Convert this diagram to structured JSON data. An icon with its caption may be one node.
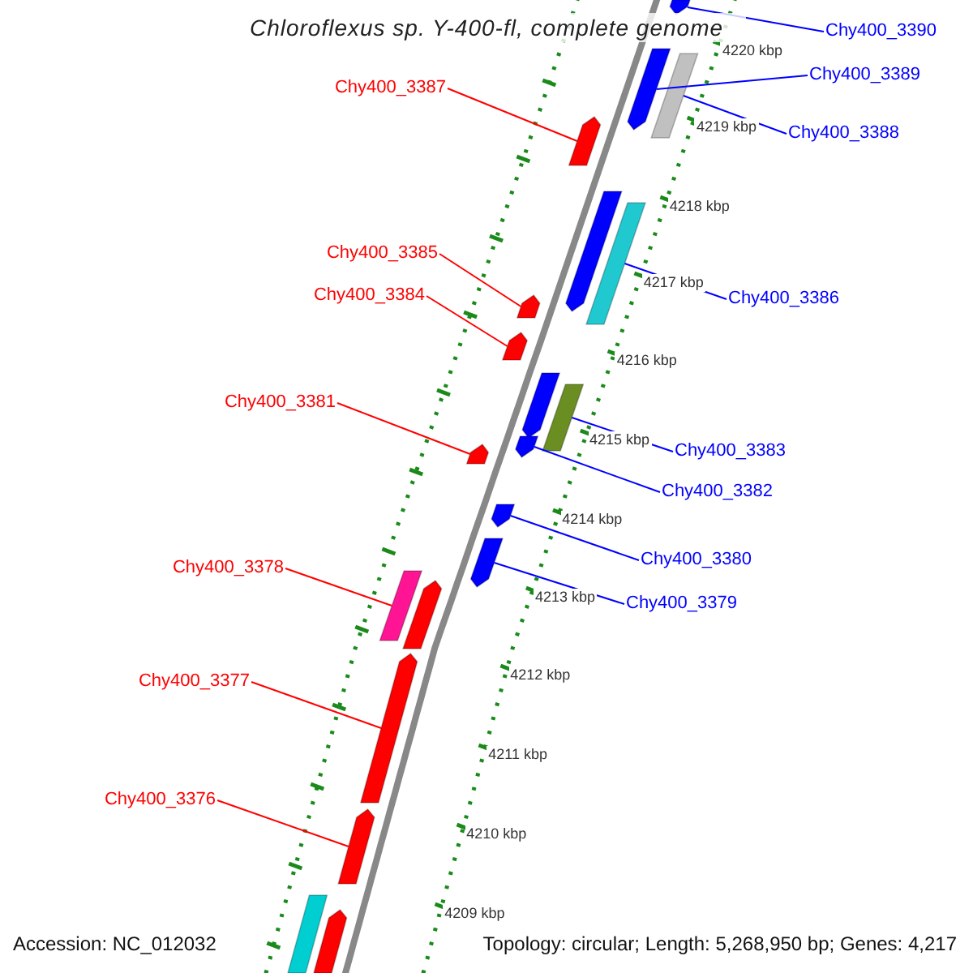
{
  "diagram": {
    "title": "Chloroflexus sp. Y-400-fl, complete genome",
    "nodes": [
      {
        "text": [
          "Chy400_3390"
        ]
      },
      {
        "text": [],
        "shape": "arrow"
      },
      {
        "text": [
          "Chy400_3389"
        ]
      },
      {
        "text": [],
        "shape": "arrow"
      },
      {
        "text": [
          "Chy400_3388"
        ]
      },
      {
        "text": [],
        "shape": "bar"
      },
      {
        "text": [
          "Chy400_3387"
        ]
      },
      {
        "text": [],
        "shape": "arrow"
      },
      {
        "text": [],
        "shape": "arrow"
      },
      {
        "text": [],
        "shape": "bar"
      },
      {
        "text": [
          "Chy400_3385"
        ]
      },
      {
        "text": [
          "Chy400_3386"
        ]
      },
      {
        "text": [],
        "shape": "arrow"
      },
      {
        "text": [
          "Chy400_3384"
        ]
      },
      {
        "text": [],
        "shape": "arrow"
      },
      {
        "text": [],
        "shape": "arrow"
      },
      {
        "text": [],
        "shape": "bar"
      },
      {
        "text": [
          "Chy400_3381"
        ]
      },
      {
        "text": [],
        "shape": "arrow"
      },
      {
        "text": [
          "Chy400_3383"
        ]
      },
      {
        "text": [],
        "shape": "arrow"
      },
      {
        "text": [
          "Chy400_3382"
        ]
      },
      {
        "text": [],
        "shape": "arrow"
      },
      {
        "text": [],
        "shape": "arrow"
      },
      {
        "text": [
          "Chy400_3380"
        ]
      },
      {
        "text": [
          "Chy400_3378"
        ]
      },
      {
        "text": [],
        "shape": "bar"
      },
      {
        "text": [],
        "shape": "arrow"
      },
      {
        "text": [
          "Chy400_3379"
        ]
      },
      {
        "text": [
          "Chy400_3377"
        ]
      },
      {
        "text": [],
        "shape": "arrow"
      },
      {
        "text": [
          "Chy400_3376"
        ]
      },
      {
        "text": [],
        "shape": "arrow"
      },
      {
        "text": [],
        "shape": "bar"
      },
      {
        "text": [],
        "shape": "arrow"
      }
    ],
    "edges": [
      {
        "from": 0,
        "to": 1,
        "arrow": "none"
      },
      {
        "from": 2,
        "to": 3,
        "arrow": "none"
      },
      {
        "from": 4,
        "to": 5,
        "arrow": "none"
      },
      {
        "from": 6,
        "to": 7,
        "arrow": "none",
        "color": "#ff0000"
      },
      {
        "from": 11,
        "to": 9,
        "arrow": "none"
      },
      {
        "from": 10,
        "to": 12,
        "arrow": "none",
        "color": "#ff0000"
      },
      {
        "from": 13,
        "to": 14,
        "arrow": "none",
        "color": "#ff0000"
      },
      {
        "from": 19,
        "to": 16,
        "arrow": "none"
      },
      {
        "from": 17,
        "to": 18,
        "arrow": "none",
        "color": "#ff0000"
      },
      {
        "from": 21,
        "to": 20,
        "arrow": "none"
      },
      {
        "from": 24,
        "to": 22,
        "arrow": "none"
      },
      {
        "from": 28,
        "to": 23,
        "arrow": "none"
      },
      {
        "from": 25,
        "to": 26,
        "arrow": "none",
        "color": "#ff0000"
      },
      {
        "from": 29,
        "to": 30,
        "arrow": "none",
        "color": "#ff0000"
      },
      {
        "from": 31,
        "to": 32,
        "arrow": "none",
        "color": "#ff0000"
      }
    ],
    "labels": [
      "4220 kbp",
      "4219 kbp",
      "4218 kbp",
      "4217 kbp",
      "4216 kbp",
      "4215 kbp",
      "4214 kbp",
      "4213 kbp",
      "4212 kbp",
      "4211 kbp",
      "4210 kbp",
      "4209 kbp",
      "Accession: NC_012032",
      "Topology: circular; Length: 5,268,950 bp; Genes: 4,217"
    ]
  }
}
